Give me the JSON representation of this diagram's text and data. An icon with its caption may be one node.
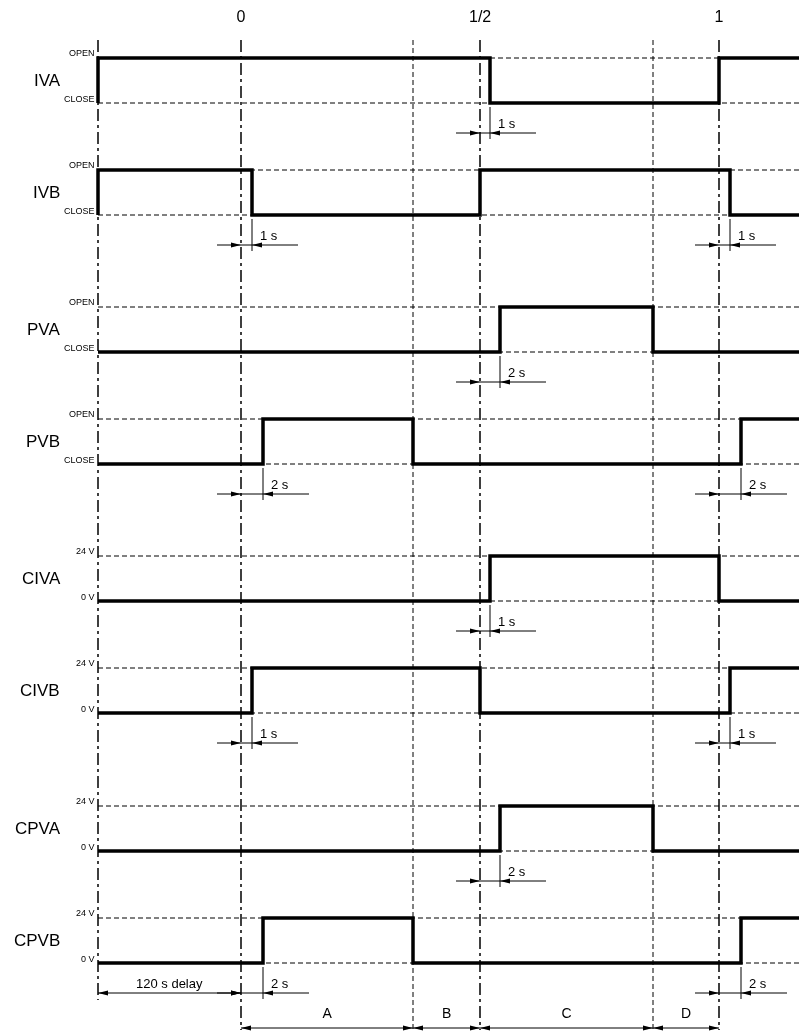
{
  "diagram": {
    "labels": [
      "0",
      "1/2",
      "1",
      "OPEN",
      "IVA",
      "CLOSE",
      "1 s",
      "OPEN",
      "IVB",
      "CLOSE",
      "1 s",
      "1 s",
      "OPEN",
      "PVA",
      "CLOSE",
      "2 s",
      "OPEN",
      "PVB",
      "CLOSE",
      "2 s",
      "2 s",
      "24 V",
      "CIVA",
      "0 V",
      "1 s",
      "24 V",
      "CIVB",
      "0 V",
      "1 s",
      "1 s",
      "24 V",
      "CPVA",
      "0 V",
      "2 s",
      "24 V",
      "CPVB",
      "0 V",
      "120 s delay",
      "2 s",
      "2 s",
      "A",
      "B",
      "C",
      "D"
    ]
  }
}
